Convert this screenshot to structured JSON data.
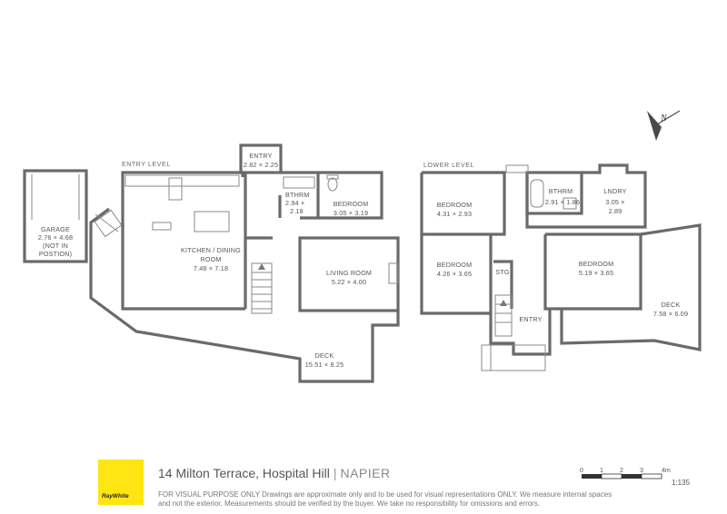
{
  "levels": {
    "entry": "ENTRY LEVEL",
    "lower": "LOWER LEVEL"
  },
  "rooms": {
    "garage": {
      "name": "GARAGE",
      "dims": "2.76 × 4.68",
      "note1": "(NOT IN",
      "note2": "POSTION)"
    },
    "entry_top": {
      "name": "ENTRY",
      "dims": "2.82 × 2.25"
    },
    "bthrm_upper": {
      "name": "BTHRM",
      "dims1": "2.94 ×",
      "dims2": "2.18"
    },
    "bedroom_upper": {
      "name": "BEDROOM",
      "dims": "3.05 × 3.19"
    },
    "kitchen": {
      "name1": "KITCHEN / DINING",
      "name2": "ROOM",
      "dims": "7.48 × 7.18"
    },
    "living": {
      "name": "LIVING ROOM",
      "dims": "5.22 × 4.00"
    },
    "deck_upper": {
      "name": "DECK",
      "dims": "15.51 × 8.25"
    },
    "bedroom_lower_1": {
      "name": "BEDROOM",
      "dims": "4.31 × 2.93"
    },
    "bthrm_lower": {
      "name": "BTHRM",
      "dims": "2.91 × 1.86"
    },
    "lndry": {
      "name": "LNDRY",
      "dims1": "3.05 ×",
      "dims2": "2.89"
    },
    "bedroom_lower_2": {
      "name": "BEDROOM",
      "dims": "4.26 × 3.65"
    },
    "stg": {
      "name": "STG"
    },
    "bedroom_lower_3": {
      "name": "BEDROOM",
      "dims": "5.19 × 3.65"
    },
    "entry_lower": {
      "name": "ENTRY"
    },
    "deck_lower": {
      "name": "DECK",
      "dims": "7.58 × 6.09"
    }
  },
  "compass": {
    "label": "N"
  },
  "footer": {
    "logo_text": "RayWhite",
    "address": "14 Milton Terrace, Hospital Hill",
    "suburb": "NAPIER",
    "disclaimer_line1": "FOR VISUAL PURPOSE ONLY Drawings are approximate only and to be used for visual representations ONLY. We measure internal spaces",
    "disclaimer_line2": "and not the exterior. Measurements should be verified by the buyer. We take no responsibility for omissions and errors.",
    "scale_ticks": [
      "0",
      "1",
      "2",
      "3",
      "4m"
    ],
    "scale_ratio": "1:135"
  },
  "colors": {
    "brand_yellow": "#ffe512",
    "wall": "#6a6a6a"
  }
}
